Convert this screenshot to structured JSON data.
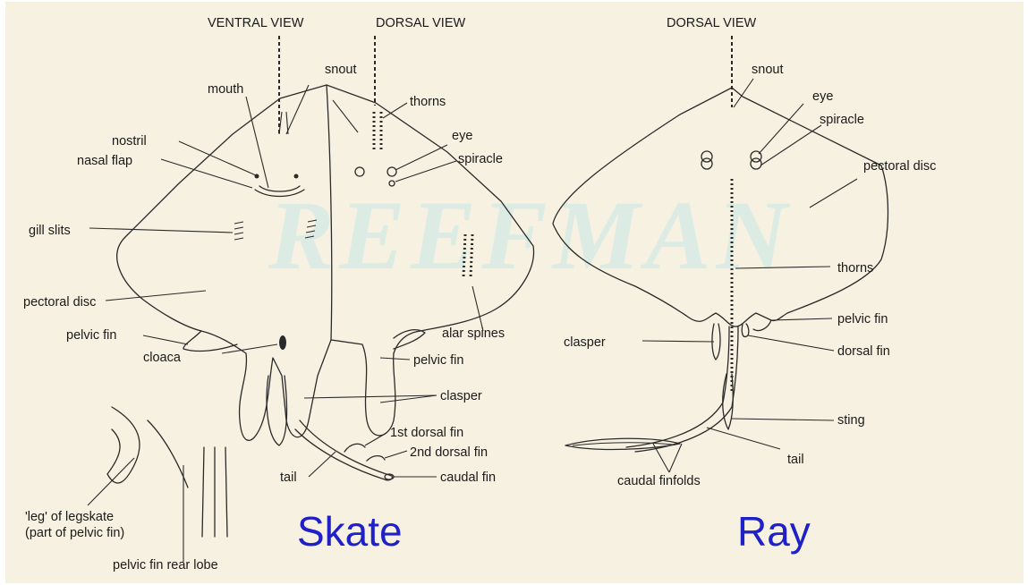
{
  "watermark": "REEFMAN",
  "views": {
    "ventral": "VENTRAL VIEW",
    "skate_dorsal": "DORSAL VIEW",
    "ray_dorsal": "DORSAL VIEW"
  },
  "titles": {
    "skate": "Skate",
    "ray": "Ray"
  },
  "skate_labels": {
    "snout": "snout",
    "mouth": "mouth",
    "thorns": "thorns",
    "eye": "eye",
    "spiracle": "spiracle",
    "nostril": "nostril",
    "nasal_flap": "nasal flap",
    "gill_slits": "gill slits",
    "pectoral_disc": "pectoral disc",
    "pelvic_fin_left": "pelvic fin",
    "cloaca": "cloaca",
    "alar_spines": "alar spines",
    "pelvic_fin_right": "pelvic fin",
    "clasper": "clasper",
    "first_dorsal_fin": "1st dorsal fin",
    "second_dorsal_fin": "2nd dorsal fin",
    "tail": "tail",
    "caudal_fin": "caudal fin",
    "leg_line1": "'leg' of legskate",
    "leg_line2": "(part of pelvic fin)",
    "pelvic_rear_lobe": "pelvic fin rear lobe"
  },
  "ray_labels": {
    "snout": "snout",
    "eye": "eye",
    "spiracle": "spiracle",
    "pectoral_disc": "pectoral disc",
    "thorns": "thorns",
    "pelvic_fin": "pelvic fin",
    "clasper": "clasper",
    "dorsal_fin": "dorsal fin",
    "sting": "sting",
    "tail": "tail",
    "caudal_finfolds": "caudal finfolds"
  },
  "colors": {
    "background": "#f7f1e1",
    "title": "#2020c8",
    "ink": "#1a1a1a"
  }
}
